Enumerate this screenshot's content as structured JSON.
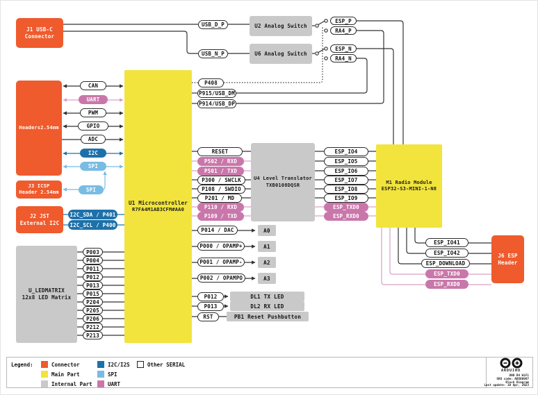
{
  "colors": {
    "connector_orange": "#EF5B2D",
    "main_part_yellow": "#F2E43C",
    "internal_gray": "#C9C9C9",
    "i2c_blue": "#1D71AA",
    "spi_blue": "#79BCE3",
    "uart_pink": "#C977AA",
    "uart_line_pink": "#D9A0C6",
    "line_dark": "#333333"
  },
  "top": {
    "j1_line1": "J1 USB-C",
    "j1_line2": "Connector",
    "u2": "U2 Analog Switch",
    "u6": "U6 Analog Switch",
    "usb_d_p": "USB_D_P",
    "usb_n_p": "USB_N_P",
    "esp_p": "ESP_P",
    "ra4_p": "RA4_P",
    "esp_n": "ESP_N",
    "ra4_n": "RA4_N",
    "p408": "P408",
    "usb_dm": "P915/USB_DM",
    "usb_dp": "P914/USB_DP"
  },
  "headers": {
    "label": "Headers2.54mm",
    "buses": [
      "CAN",
      "UART",
      "PWM",
      "GPIO",
      "ADC",
      "I2C",
      "SPI"
    ]
  },
  "j3": {
    "line1": "J3 ICSP",
    "line2": "Header 2.54mm",
    "pill": "SPI"
  },
  "j2": {
    "line1": "J2 JST",
    "line2": "External I2C",
    "sda": "I2C_SDA / P401",
    "scl": "I2C_SCL / P400"
  },
  "ledmatrix": {
    "line1": "U_LEDMATRIX",
    "line2": "12x8 LED Matrix",
    "pins": [
      "P003",
      "P004",
      "P011",
      "P012",
      "P013",
      "P015",
      "P204",
      "P205",
      "P206",
      "P212",
      "P213"
    ]
  },
  "mcu": {
    "line1": "U1 Microcontroller",
    "line2": "R7FA4M1AB3CFM#AA0"
  },
  "translator": {
    "line1": "U4 Level Translator",
    "line2": "TXB0108DQSR",
    "left": [
      "RESET",
      "P502 / RXD",
      "P501 / TXD",
      "P300 / SWCLK",
      "P108 / SWDIO",
      "P201 / MD",
      "P110 / RXD",
      "P109 / TXD"
    ],
    "right": [
      "ESP_IO4",
      "ESP_IO5",
      "ESP_IO6",
      "ESP_IO7",
      "ESP_IO8",
      "ESP_IO9",
      "ESP_TXD0",
      "ESP_RXD0"
    ]
  },
  "radio": {
    "line1": "M1 Radio Module",
    "line2": "ESP32-S3-MINI-1-N8",
    "pills": [
      "ESP_IO41",
      "ESP_IO42",
      "ESP_DOWNLOAD",
      "ESP_TXD0",
      "ESP_RXD0"
    ]
  },
  "j6": {
    "line1": "J6 ESP",
    "line2": "Header"
  },
  "analog": {
    "pills": [
      "P014 / DAC",
      "P000 / OPAMP+",
      "P001 / OPAMP-",
      "P002 / OPAMPO"
    ],
    "targets": [
      "A0",
      "A1",
      "A2",
      "A3"
    ]
  },
  "misc": {
    "pills": [
      "P012",
      "P013",
      "RST"
    ],
    "targets": [
      "DL1 TX LED",
      "DL2 RX LED",
      "PB1 Reset Pushbutton"
    ]
  },
  "legend": {
    "title": "Legend:",
    "items": [
      {
        "label": "Connector",
        "color": "#EF5B2D"
      },
      {
        "label": "Main Part",
        "color": "#F2E43C"
      },
      {
        "label": "Internal Part",
        "color": "#C9C9C9"
      },
      {
        "label": "I2C/I2S",
        "color": "#1D71AA"
      },
      {
        "label": "SPI",
        "color": "#79BCE3"
      },
      {
        "label": "UART",
        "color": "#C977AA"
      },
      {
        "label": "Other SERIAL",
        "color": "#FFFFFF"
      }
    ]
  },
  "footer": {
    "brand": "ARDUINO",
    "lines": [
      "UNO R4 WiFi",
      "SKU code: ABX00087",
      "Block Diagram",
      "Last update: 10 Apr, 2023"
    ]
  }
}
